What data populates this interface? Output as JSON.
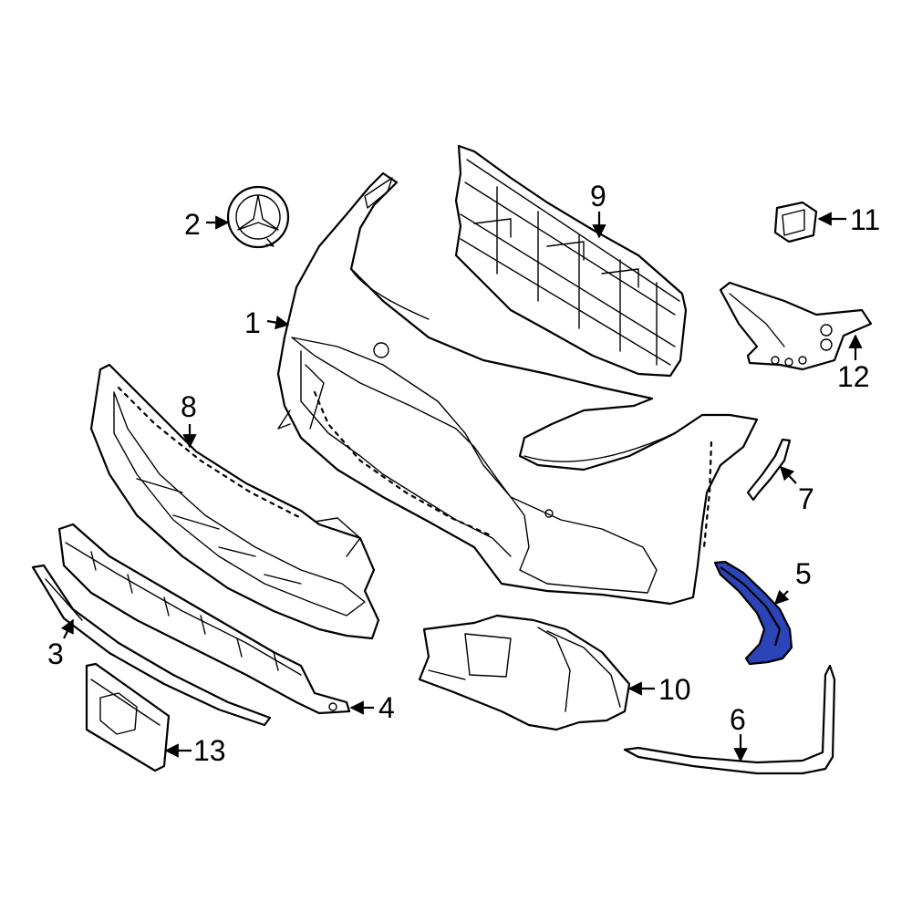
{
  "colors": {
    "line": "#000000",
    "background": "#ffffff",
    "highlight": "#2b44b8",
    "highlight_light": "#3f5bd8"
  },
  "highlighted_part": "5",
  "callouts": {
    "c1": "1",
    "c2": "2",
    "c3": "3",
    "c4": "4",
    "c5": "5",
    "c6": "6",
    "c7": "7",
    "c8": "8",
    "c9": "9",
    "c10": "10",
    "c11": "11",
    "c12": "12",
    "c13": "13"
  }
}
